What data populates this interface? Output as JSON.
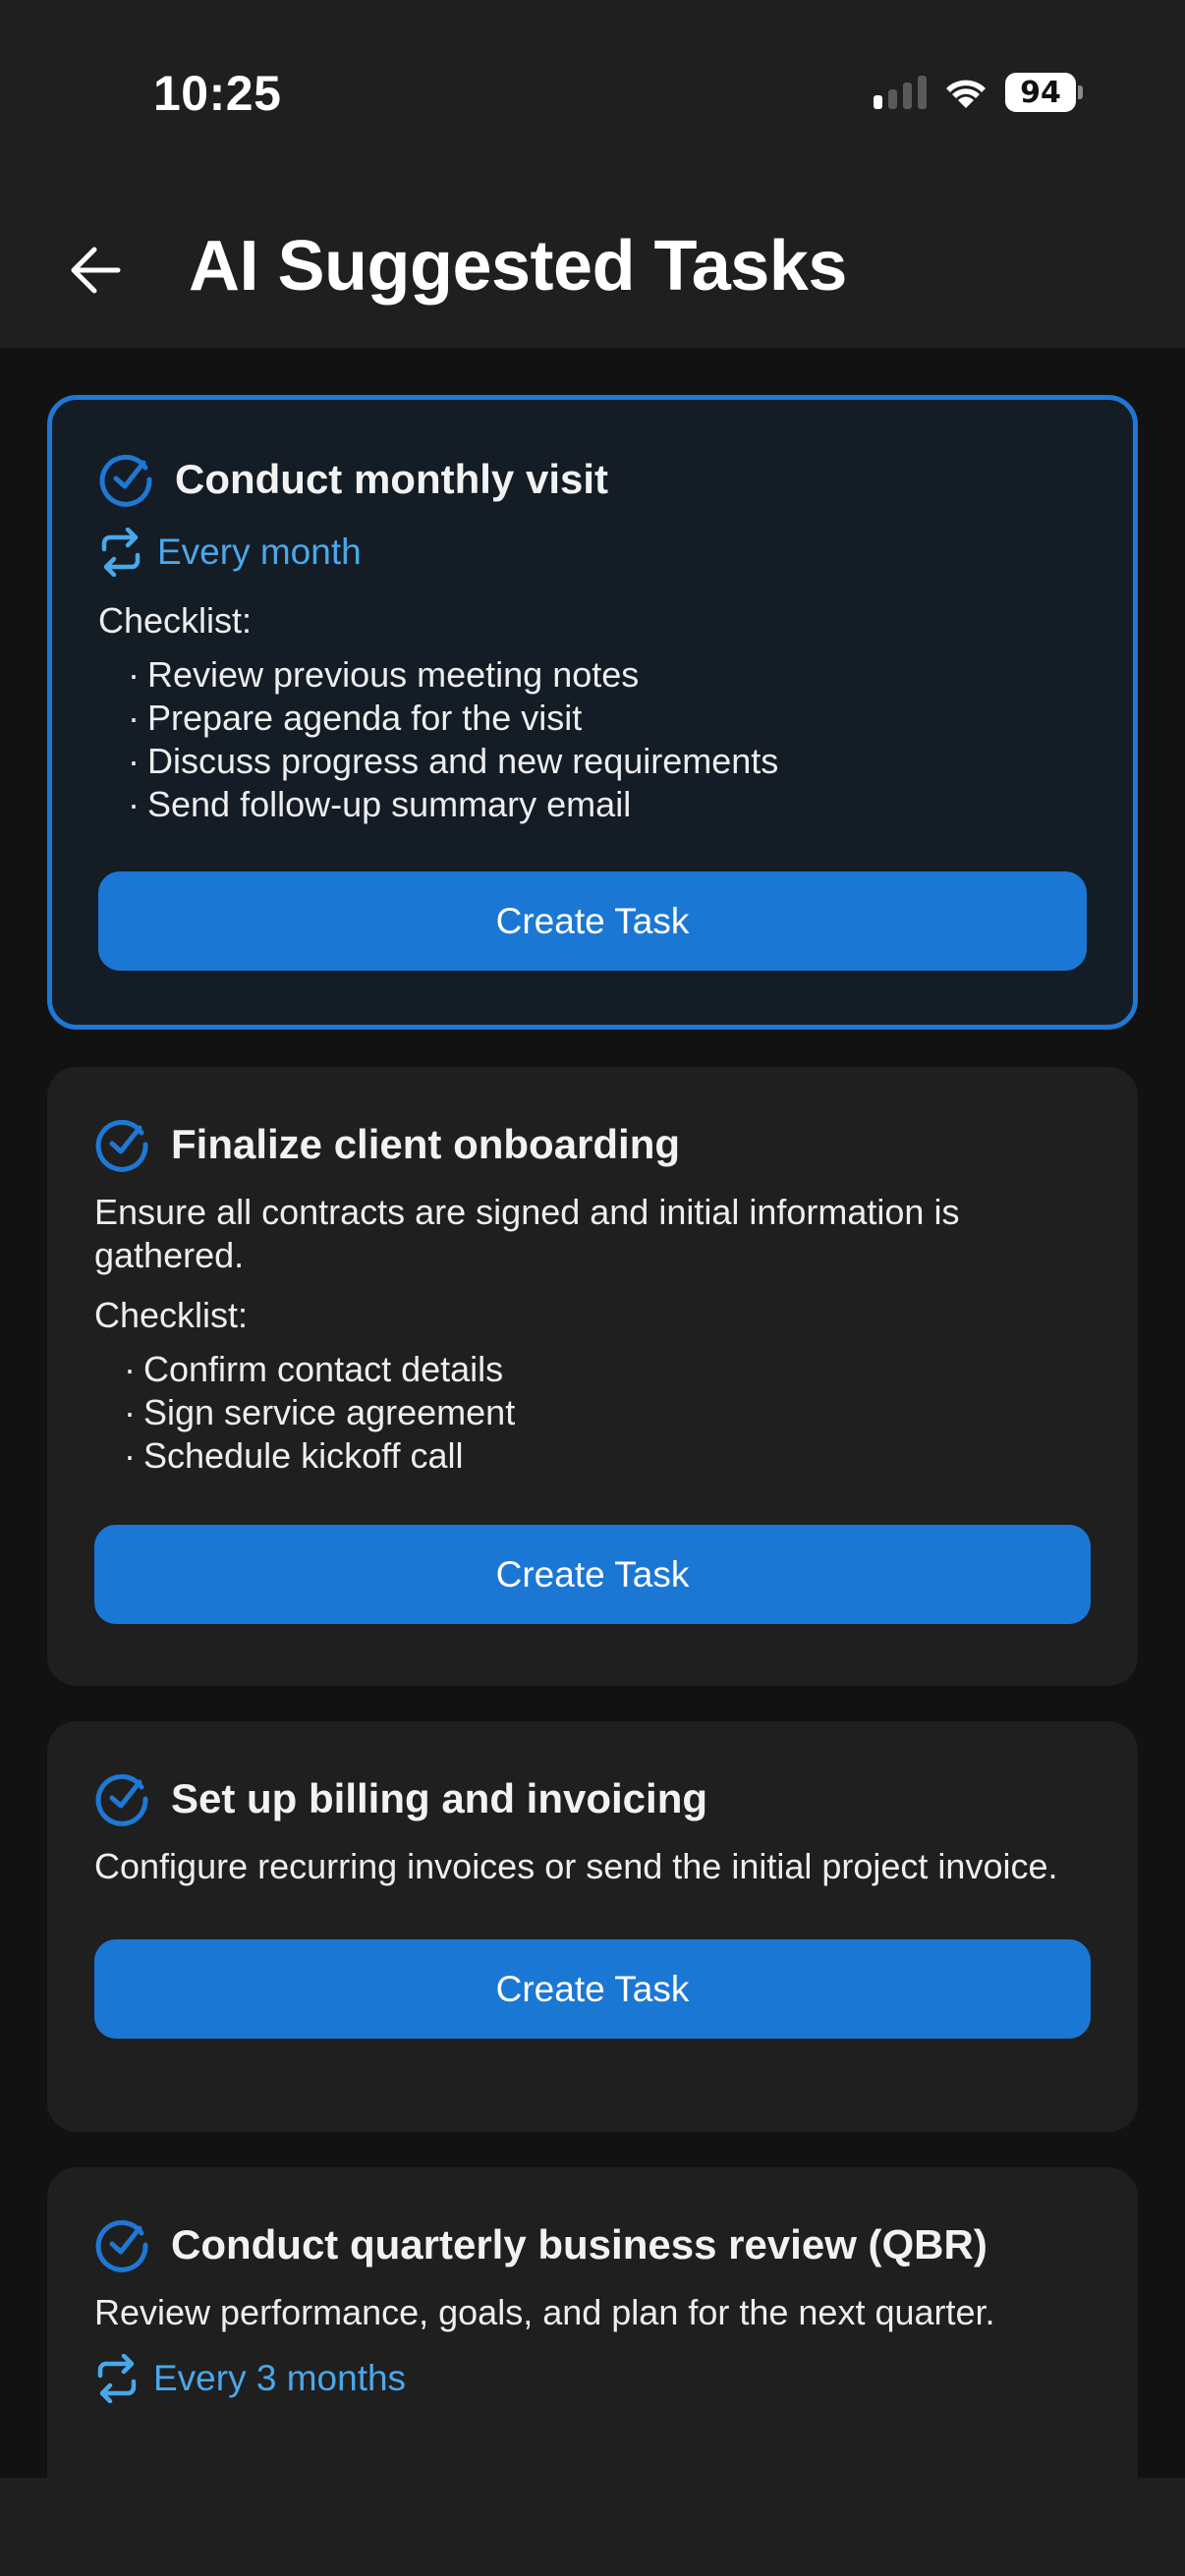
{
  "status_bar": {
    "time": "10:25",
    "signal_bars_active": 1,
    "signal_bars_total": 4,
    "wifi": "wifi-icon",
    "battery_level": "94"
  },
  "header": {
    "back_icon": "arrow-left-icon",
    "title": "AI Suggested Tasks"
  },
  "colors": {
    "accent": "#1b77d4",
    "recurrence_text": "#4aa8ea",
    "card_bg": "#1f1f1f",
    "selected_card_bg": "#141c25",
    "selected_border": "#1e78d4",
    "page_bg": "#121212"
  },
  "tasks": [
    {
      "title": "Conduct monthly visit",
      "icon": "check-circle-icon",
      "selected": true,
      "recurrence": "Every month",
      "recurrence_icon": "repeat-icon",
      "checklist_label": "Checklist:",
      "checklist": [
        "Review previous meeting notes",
        "Prepare agenda for the visit",
        "Discuss progress and new requirements",
        "Send follow-up summary email"
      ],
      "button_label": "Create Task"
    },
    {
      "title": "Finalize client onboarding",
      "icon": "check-circle-icon",
      "selected": false,
      "description": "Ensure all contracts are signed and initial information is gathered.",
      "checklist_label": "Checklist:",
      "checklist": [
        "Confirm contact details",
        "Sign service agreement",
        "Schedule kickoff call"
      ],
      "button_label": "Create Task"
    },
    {
      "title": "Set up billing and invoicing",
      "icon": "check-circle-icon",
      "selected": false,
      "description": "Configure recurring invoices or send the initial project invoice.",
      "button_label": "Create Task"
    },
    {
      "title": "Conduct quarterly business review (QBR)",
      "icon": "check-circle-icon",
      "selected": false,
      "description": "Review performance, goals, and plan for the next quarter.",
      "recurrence": "Every 3 months",
      "recurrence_icon": "repeat-icon"
    }
  ]
}
